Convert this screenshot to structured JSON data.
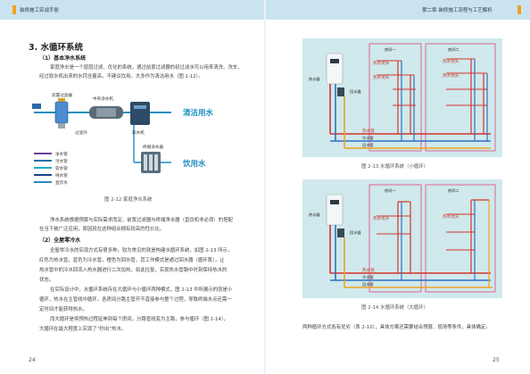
{
  "header": {
    "left_title": "装修施工实战手册",
    "right_title": "第二章  装修施工流程与工艺解析"
  },
  "left_page": {
    "section_title": "3. 水循环系统",
    "sub1": "（1）基本净水系统",
    "para1": [
      "家庭净水是一个层层过滤、优化的系统，通过前置过滤器的初过滤水可以用来清洗、洗车，",
      "经过软水机出来的水钙含量高，不建议饮用。大多作为清洁用水（图 2-12）。"
    ],
    "diagram_labels": {
      "pre_filter": "前置过滤器",
      "central_purifier": "中央净水机",
      "filter_element": "过滤外",
      "softener": "软水机",
      "end_purifier": "终端净水器",
      "clean_water": "清洁用水",
      "drinking_water": "饮用水"
    },
    "legend": [
      {
        "label": "净水管",
        "color": "#6a3f9c"
      },
      {
        "label": "污水管",
        "color": "#1f6fa8"
      },
      {
        "label": "软水管",
        "color": "#17b1c4"
      },
      {
        "label": "纯水管",
        "color": "#1b3f8f"
      },
      {
        "label": "直饮水",
        "color": "#2a8ac2"
      }
    ],
    "fig_caption": "图 2-12  家庭净水系统",
    "para2": [
      "净水系统根据预算与实际需求而定，前置过滤器与终端净水器（直饮机非必须）的搭配",
      "在当下被广泛应用，原因就在这种组合拥有较高的性价比。"
    ],
    "sub2": "（2）全屋零冷水",
    "para3": [
      "全屋零冷水的实现方式有很多种，较为常见的就是构建水循环系统，如图 2-13 所示，",
      "红色为热水管，蓝色为冷水管，橙色为回水管，其工作模式是通过回水器（循环泵），让",
      "热水管中的冷水回流入热水器进行二次加热，如此往复，实现热水管路中时刻保持热水的",
      "状态。",
      "在实际设计中，水循环系统存在大循环与小循环两种模式，图 2-13 中所展示的就是小",
      "循环，热水在主管线中循环，各房间分路主管开不直接参与整个过程，导致终端水点还需一",
      "定时间才能获得热水。",
      "而大循环是将预热过程延伸到每个房间，分路管线变为主路，参与循环（图 2-14），",
      "大循环在最大程度上实现了“秒出”热水。"
    ],
    "page_number": "24"
  },
  "right_page": {
    "diagram_labels": {
      "room1": "房间一",
      "room2": "房间二",
      "water_heater": "热水器",
      "return_device": "回水器",
      "hot_pipe": "热水管",
      "cold_pipe": "冷水管",
      "return_pipe": "回水管",
      "hot_tap": "热水龙头"
    },
    "fig13_caption": "图 2-13  水循环系统（小循环）",
    "fig14_caption": "图 2-14  水循环系统（大循环）",
    "bottom_text": "两种循环方式各有优劣（表 2-10），具体方案还需要结合预算、现场等条件，具体确定。",
    "page_number": "25"
  },
  "colors": {
    "header_bg": "#c9e4f0",
    "diagram_bg": "#cfe9ec",
    "hot": "#d6322a",
    "cold": "#2e6fc4",
    "return": "#f0a21e",
    "room_border": "#e0457b",
    "accent_blue": "#1d8fc0"
  }
}
